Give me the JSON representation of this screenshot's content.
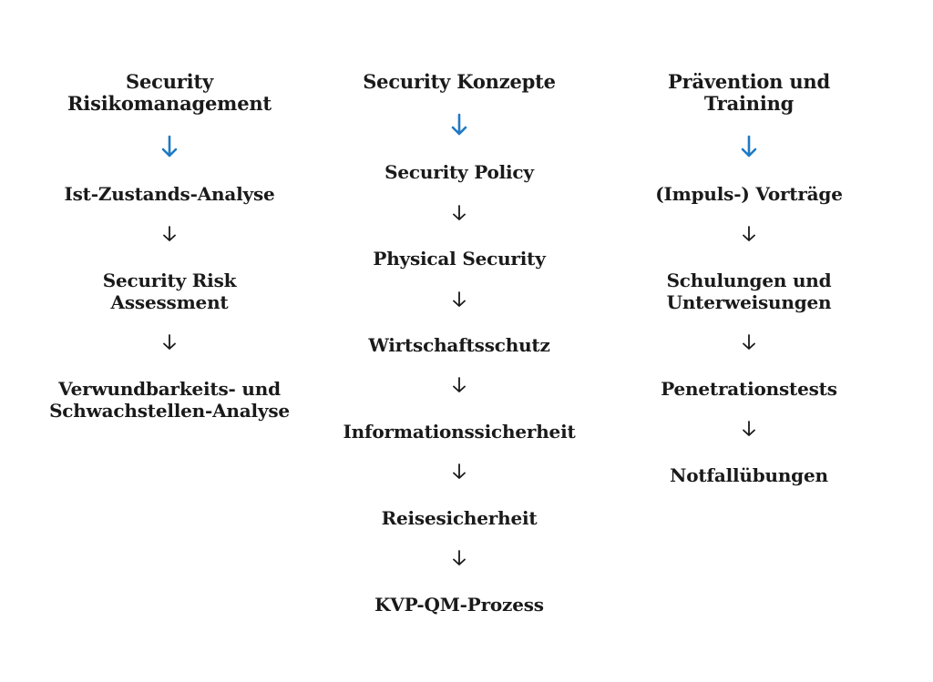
{
  "colors": {
    "text": "#1a1a1a",
    "accent_arrow": "#1f7ac4",
    "arrow": "#1a1a1a"
  },
  "columns": [
    {
      "title": "Security Risikomanagement",
      "title_lines": [
        "Security",
        "Risikomanagement"
      ],
      "items": [
        {
          "lines": [
            "Ist-Zustands-Analyse"
          ]
        },
        {
          "lines": [
            "Security Risk",
            "Assessment"
          ]
        },
        {
          "lines": [
            "Verwundbarkeits- und",
            "Schwachstellen-Analyse"
          ]
        }
      ]
    },
    {
      "title": "Security Konzepte",
      "title_lines": [
        "Security Konzepte"
      ],
      "items": [
        {
          "lines": [
            "Security Policy"
          ]
        },
        {
          "lines": [
            "Physical Security"
          ]
        },
        {
          "lines": [
            "Wirtschaftsschutz"
          ]
        },
        {
          "lines": [
            "Informationssicherheit"
          ]
        },
        {
          "lines": [
            "Reisesicherheit"
          ]
        },
        {
          "lines": [
            "KVP-QM-Prozess"
          ]
        }
      ]
    },
    {
      "title": "Prävention und Training",
      "title_lines": [
        "Prävention und",
        "Training"
      ],
      "items": [
        {
          "lines": [
            "(Impuls-) Vorträge"
          ]
        },
        {
          "lines": [
            "Schulungen und",
            "Unterweisungen"
          ]
        },
        {
          "lines": [
            "Penetrationstests"
          ]
        },
        {
          "lines": [
            "Notfallübungen"
          ]
        }
      ]
    }
  ]
}
